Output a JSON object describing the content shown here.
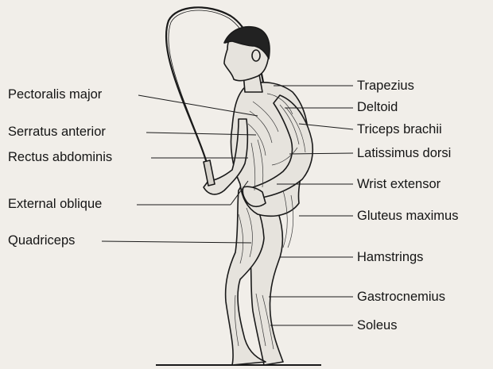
{
  "diagram": {
    "labels_left": {
      "pectoralis_major": "Pectoralis major",
      "serratus_anterior": "Serratus anterior",
      "rectus_abdominis": "Rectus abdominis",
      "external_oblique": "External oblique",
      "quadriceps": "Quadriceps"
    },
    "labels_right": {
      "trapezius": "Trapezius",
      "deltoid": "Deltoid",
      "triceps_brachii": "Triceps brachii",
      "latissimus_dorsi": "Latissimus dorsi",
      "wrist_extensor": "Wrist extensor",
      "gluteus_maximus": "Gluteus maximus",
      "hamstrings": "Hamstrings",
      "gastrocnemius": "Gastrocnemius",
      "soleus": "Soleus"
    },
    "colors": {
      "ink": "#1a1a1a",
      "figure_fill": "#e6e3dd",
      "background": "#f1eee9"
    }
  }
}
